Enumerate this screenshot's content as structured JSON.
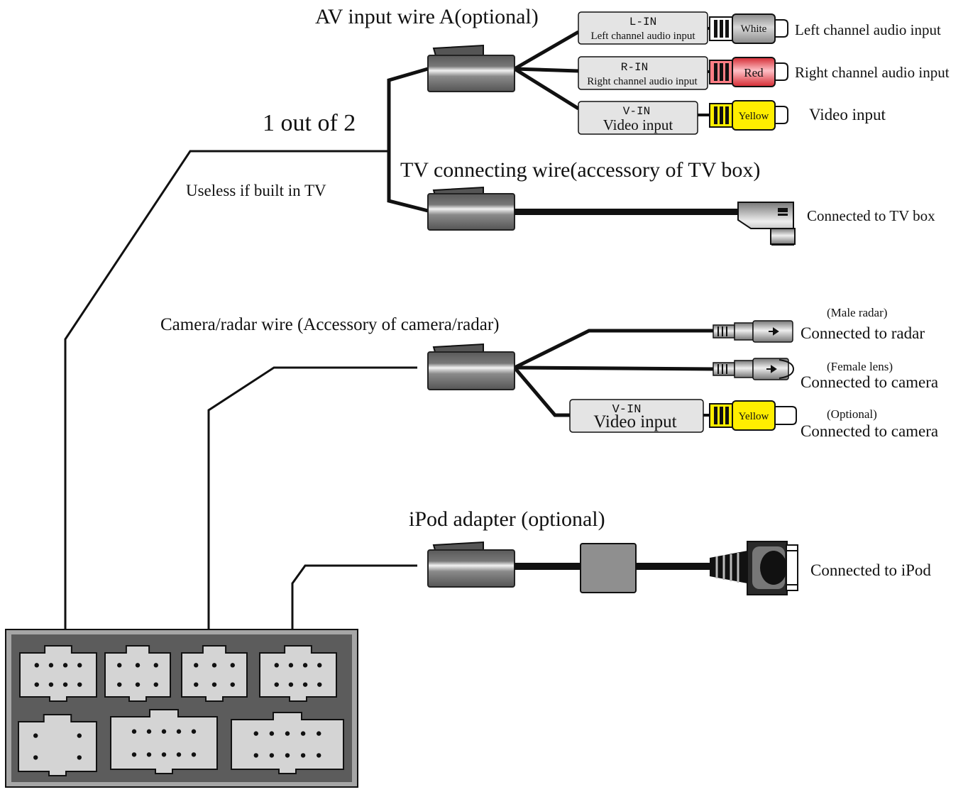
{
  "av_wire": {
    "title": "AV input wire A(optional)",
    "l_code": "L-IN",
    "l_desc": "Left channel audio input",
    "l_color": "White",
    "l_label": "Left channel audio input",
    "r_code": "R-IN",
    "r_desc": "Right channel audio input",
    "r_color": "Red",
    "r_label": "Right channel audio input",
    "v_code": "V-IN",
    "v_desc": "Video input",
    "v_color": "Yellow",
    "v_label": "Video input"
  },
  "choice": "1 out of 2",
  "tv_wire": {
    "title": "TV connecting wire(accessory of TV box)",
    "note": "Useless if built in TV",
    "label": "Connected to TV box"
  },
  "camera_wire": {
    "title": "Camera/radar wire (Accessory of camera/radar)",
    "radar_note": "(Male radar)",
    "radar_label": "Connected to radar",
    "lens_note": "(Female lens)",
    "lens_label": "Connected to camera",
    "v_code": "V-IN",
    "v_desc": "Video input",
    "v_color": "Yellow",
    "opt_note": "(Optional)",
    "opt_label": "Connected to camera"
  },
  "ipod": {
    "title": "iPod adapter (optional)",
    "label": "Connected to iPod"
  },
  "colors": {
    "plug_white": "#b5b5b5",
    "plug_red": "#e8464c",
    "plug_yellow": "#ffee00",
    "panel": "#5c5c5c",
    "socket": "#d4d4d4"
  }
}
